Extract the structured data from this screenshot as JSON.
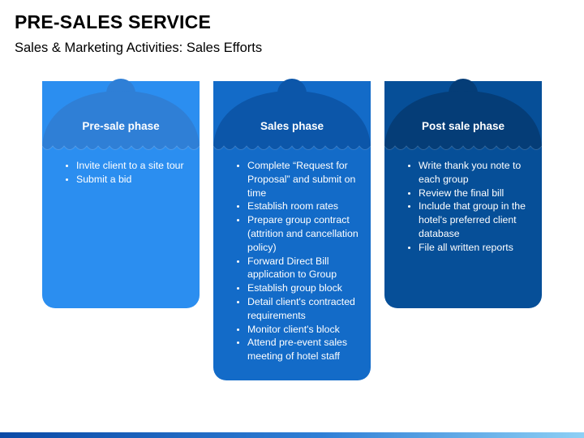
{
  "header": {
    "title": "PRE-SALES SERVICE",
    "subtitle": "Sales & Marketing Activities: Sales Efforts"
  },
  "phases": [
    {
      "title": "Pre-sale phase",
      "cap_color": "#2f7fd6",
      "body_color": "#2b8ef0",
      "items": [
        "Invite client to a site tour",
        "Submit a bid"
      ]
    },
    {
      "title": "Sales phase",
      "cap_color": "#0c56a9",
      "body_color": "#136bc8",
      "items": [
        "Complete “Request for Proposal” and submit on time",
        "Establish room rates",
        "Prepare group contract (attrition and cancellation policy)",
        "Forward Direct Bill application to Group",
        "Establish group block",
        "Detail client's contracted requirements",
        "Monitor client's block",
        "Attend pre-event sales meeting of hotel staff"
      ]
    },
    {
      "title": "Post sale phase",
      "cap_color": "#053d77",
      "body_color": "#064f98",
      "items": [
        "Write thank you note to each group",
        "Review the final bill",
        "Include that group in the hotel's preferred client database",
        "File all written reports"
      ]
    }
  ]
}
